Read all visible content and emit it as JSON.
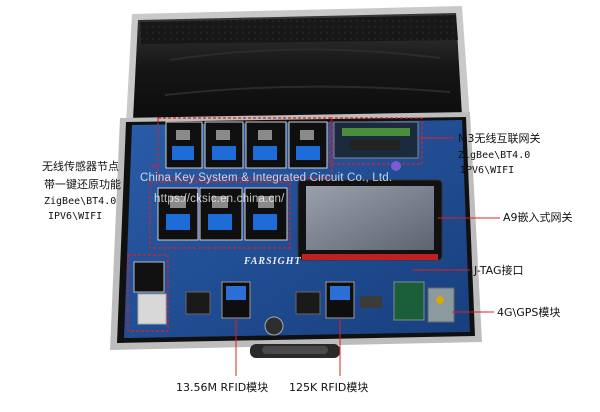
{
  "labels": {
    "sensor_node_title": "无线传感器节点",
    "sensor_node_sub": "带一键还原功能",
    "sensor_node_proto1": "ZigBee\\BT4.0",
    "sensor_node_proto2": "IPV6\\WIFI",
    "m3_title": "M3无线互联网关",
    "m3_proto1": "ZigBee\\BT4.0",
    "m3_proto2": "IPV6\\WIFI",
    "a9": "A9嵌入式网关",
    "jtag": "J-TAG接口",
    "gps": "4G\\GPS模块",
    "rfid_1356": "13.56M RFID模块",
    "rfid_125k": "125K RFID模块"
  },
  "board": {
    "brand": "FARSIGHT"
  },
  "watermark": {
    "line1": "China Key System & Integrated Circuit Co., Ltd.",
    "line2": "https://cksic.en.china.cn/"
  },
  "colors": {
    "case_dark": "#141414",
    "case_metal": "#b9b9b9",
    "board_blue": "#1f4f96",
    "annotation_red": "#e02020"
  }
}
